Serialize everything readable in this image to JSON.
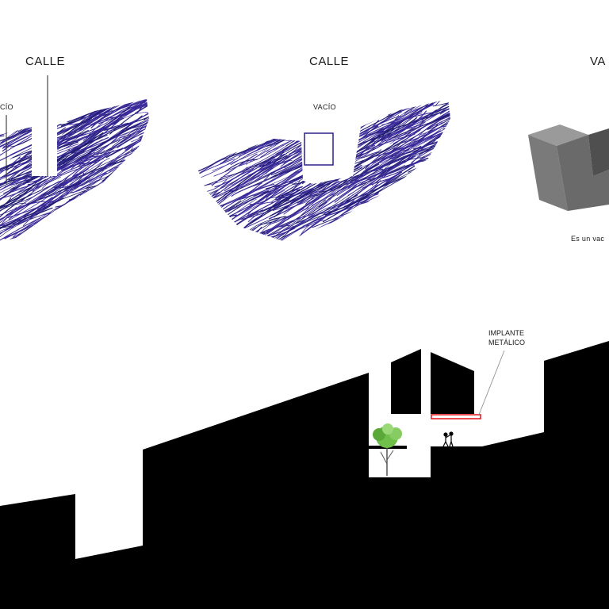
{
  "sketches": [
    {
      "street_label": "CALLE",
      "void_label": "VACÍO"
    },
    {
      "street_label": "CALLE",
      "void_label": "VACÍO"
    }
  ],
  "model": {
    "title": "VA",
    "caption": "Es un vac"
  },
  "section": {
    "annotation_line1": "IMPLANTE",
    "annotation_line2": "METÁLICO"
  },
  "colors": {
    "scribble": "#3b2a9a",
    "scribble_dark": "#1e1b6e",
    "mass": "#000000",
    "model_front": "#7a7a7a",
    "model_side": "#5a5a5a",
    "model_top": "#9a9a9a",
    "implant": "#e0101a",
    "tree": "#6fbf4a"
  }
}
